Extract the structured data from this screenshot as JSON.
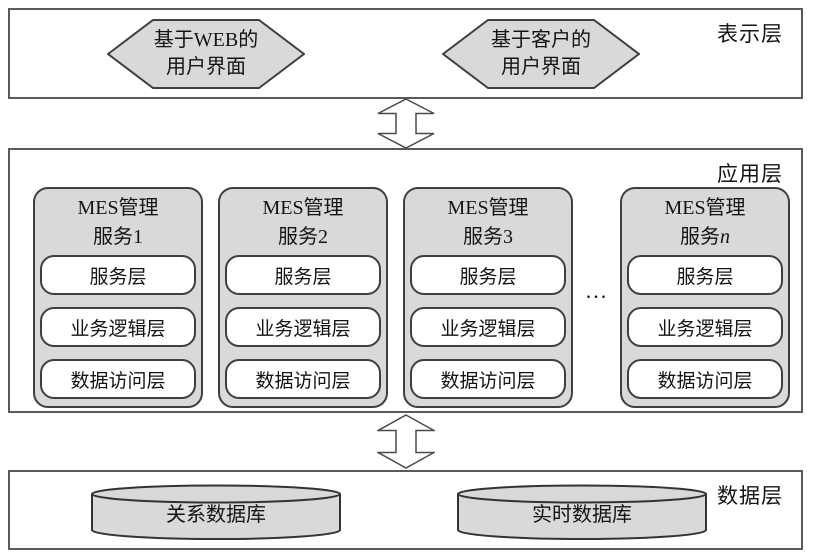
{
  "presentation_layer": {
    "label": "表示层",
    "hexagons": [
      {
        "line1": "基于WEB的",
        "line2": "用户界面"
      },
      {
        "line1": "基于客户的",
        "line2": "用户界面"
      }
    ]
  },
  "app_layer": {
    "label": "应用层",
    "ellipsis": "...",
    "services": [
      {
        "title": "MES管理",
        "subtitle_prefix": "服务",
        "subtitle_num": "1",
        "sublayers": [
          "服务层",
          "业务逻辑层",
          "数据访问层"
        ]
      },
      {
        "title": "MES管理",
        "subtitle_prefix": "服务",
        "subtitle_num": "2",
        "sublayers": [
          "服务层",
          "业务逻辑层",
          "数据访问层"
        ]
      },
      {
        "title": "MES管理",
        "subtitle_prefix": "服务",
        "subtitle_num": "3",
        "sublayers": [
          "服务层",
          "业务逻辑层",
          "数据访问层"
        ]
      },
      {
        "title": "MES管理",
        "subtitle_prefix": "服务",
        "subtitle_num": "n",
        "sublayers": [
          "服务层",
          "业务逻辑层",
          "数据访问层"
        ]
      }
    ]
  },
  "data_layer": {
    "label": "数据层",
    "databases": [
      {
        "label": "关系数据库"
      },
      {
        "label": "实时数据库"
      }
    ]
  },
  "colors": {
    "shape_fill": "#d9d9d9",
    "shape_border": "#3f3f3f",
    "layer_border": "#5a5a5a",
    "background": "#ffffff"
  }
}
